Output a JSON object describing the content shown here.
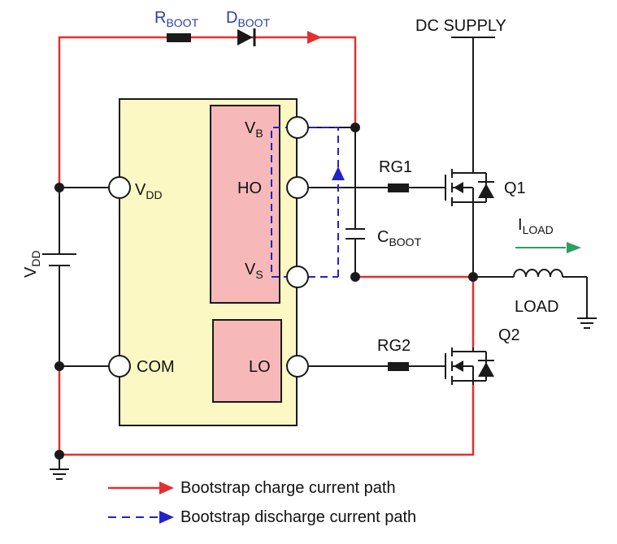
{
  "colors": {
    "charge": "#e03030",
    "discharge": "#2222cc",
    "wire": "#1a1a1a",
    "ic_fill": "#fbf8c4",
    "block_fill": "#f6b8b8",
    "load_arrow": "#2e9e5e",
    "boot_label": "#2b3fa8"
  },
  "labels": {
    "rboot_main": "R",
    "rboot_sub": "BOOT",
    "dboot_main": "D",
    "dboot_sub": "BOOT",
    "dc_supply": "DC SUPPLY",
    "vb_main": "V",
    "vb_sub": "B",
    "ho": "HO",
    "vs_main": "V",
    "vs_sub": "S",
    "lo": "LO",
    "vdd_pin_main": "V",
    "vdd_pin_sub": "DD",
    "com": "COM",
    "vdd_src_main": "V",
    "vdd_src_sub": "DD",
    "rg1": "RG1",
    "rg2": "RG2",
    "q1": "Q1",
    "q2": "Q2",
    "cboot_main": "C",
    "cboot_sub": "BOOT",
    "iload_main": "I",
    "iload_sub": "LOAD",
    "load": "LOAD"
  },
  "legend": [
    {
      "text": "Bootstrap charge current path",
      "style": "solid-red"
    },
    {
      "text": "Bootstrap discharge current path",
      "style": "dashed-blue"
    }
  ]
}
